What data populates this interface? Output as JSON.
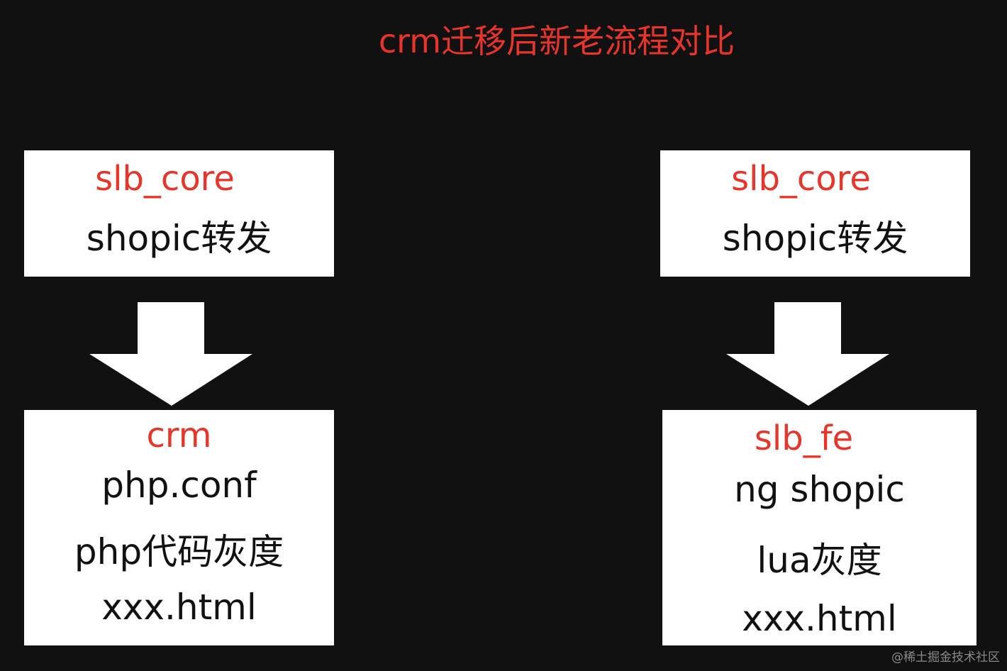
{
  "title": "crm迁移后新老流程对比",
  "colors": {
    "background": "#111111",
    "box": "#ffffff",
    "accent": "#e8352a",
    "text": "#111111",
    "arrow": "#ffffff"
  },
  "left_flow": {
    "top_box": {
      "header": "slb_core",
      "lines": [
        "shopic转发"
      ]
    },
    "arrow": "down-arrow",
    "bottom_box": {
      "header": "crm",
      "lines": [
        "php.conf",
        "php代码灰度",
        "xxx.html"
      ]
    }
  },
  "right_flow": {
    "top_box": {
      "header": "slb_core",
      "lines": [
        "shopic转发"
      ]
    },
    "arrow": "down-arrow",
    "bottom_box": {
      "header": "slb_fe",
      "lines": [
        "ng shopic",
        "lua灰度",
        "xxx.html"
      ]
    }
  },
  "watermark": "@稀土掘金技术社区"
}
